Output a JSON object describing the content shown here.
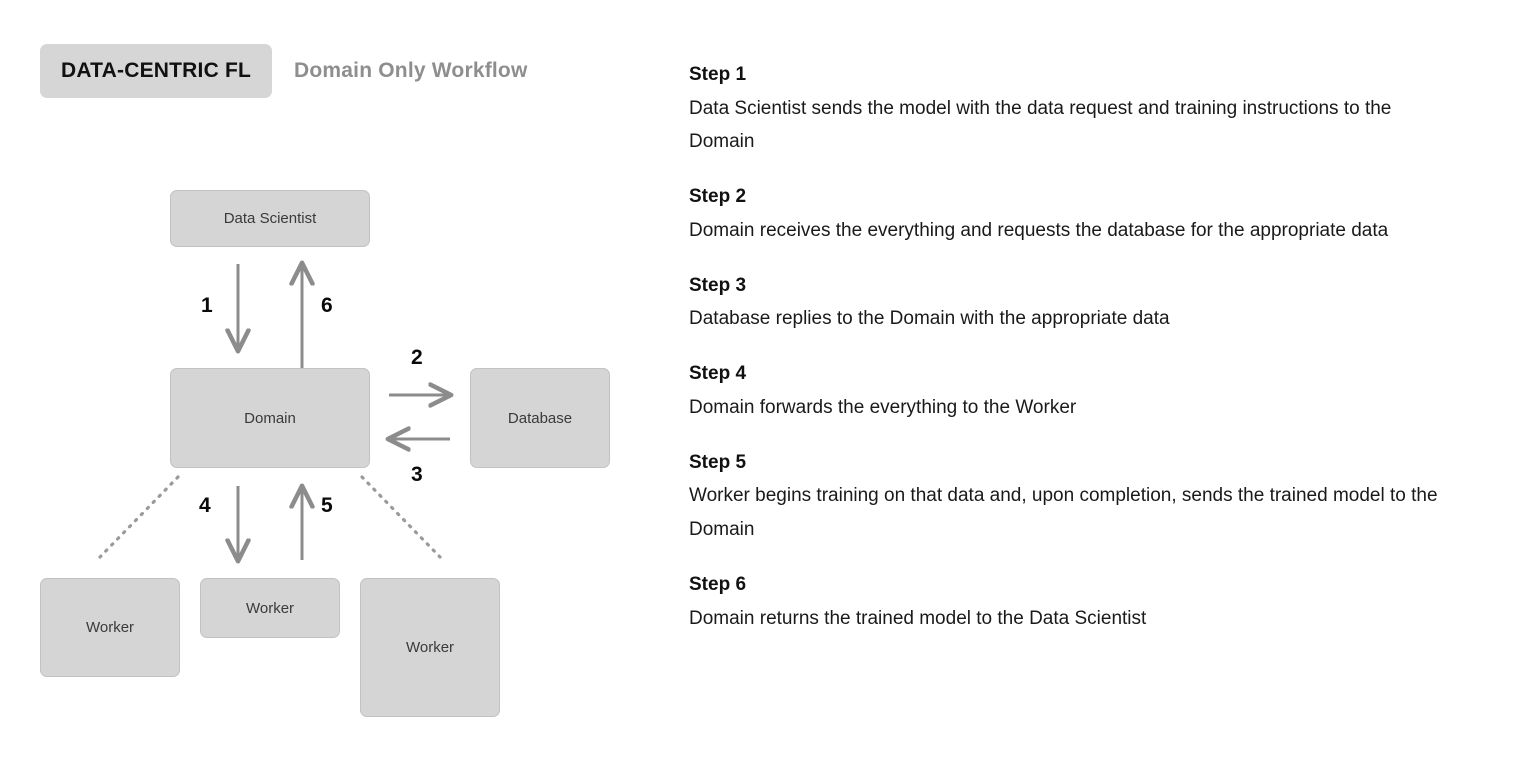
{
  "header": {
    "tabs": [
      {
        "label": "DATA-CENTRIC FL",
        "active": true
      },
      {
        "label": "Domain Only Workflow",
        "active": false
      }
    ]
  },
  "colors": {
    "node_fill": "#d5d5d5",
    "node_border": "#c2c2c2",
    "arrow": "#8c8c8c",
    "dotted": "#9a9a9a",
    "tab_active_bg": "#d6d6d6",
    "tab_inactive_text": "#8e8e8e",
    "text": "#111111"
  },
  "diagram": {
    "nodes": {
      "data_scientist": "Data Scientist",
      "domain": "Domain",
      "database": "Database",
      "worker_left": "Worker",
      "worker_center": "Worker",
      "worker_right": "Worker"
    },
    "edge_labels": {
      "e1": "1",
      "e2": "2",
      "e3": "3",
      "e4": "4",
      "e5": "5",
      "e6": "6"
    }
  },
  "steps": [
    {
      "title": "Step 1",
      "body": "Data Scientist sends the model with the data request and training instructions to the Domain"
    },
    {
      "title": "Step 2",
      "body": "Domain receives the everything and requests the database for the appropriate data"
    },
    {
      "title": "Step 3",
      "body": "Database replies to the Domain with the appropriate data"
    },
    {
      "title": "Step 4",
      "body": "Domain forwards the everything to the Worker"
    },
    {
      "title": "Step 5",
      "body": "Worker begins training on that data and, upon completion, sends the trained model to the Domain"
    },
    {
      "title": "Step 6",
      "body": "Domain returns the trained model to the Data Scientist"
    }
  ]
}
